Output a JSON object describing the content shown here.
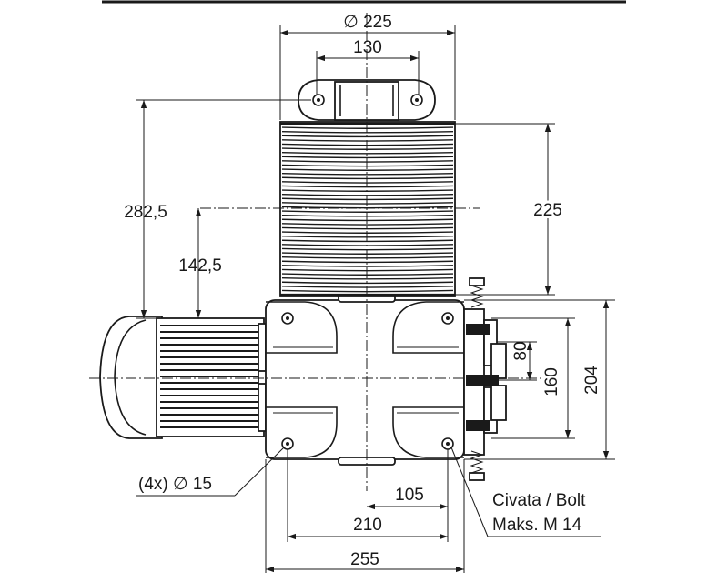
{
  "drawing": {
    "dimensions": {
      "drum_diameter": "∅ 225",
      "top_plate_width": "130",
      "overall_height": "282,5",
      "drum_center_height": "142,5",
      "drum_length": "225",
      "bracket_gap": "80",
      "bracket_span": "160",
      "base_depth": "204",
      "hole_spacing_half": "105",
      "hole_spacing": "210",
      "base_width": "255"
    },
    "notes": {
      "holes": "(4x) ∅  15",
      "bolt_line1": "Civata / Bolt",
      "bolt_line2": "Maks.  M 14"
    }
  }
}
